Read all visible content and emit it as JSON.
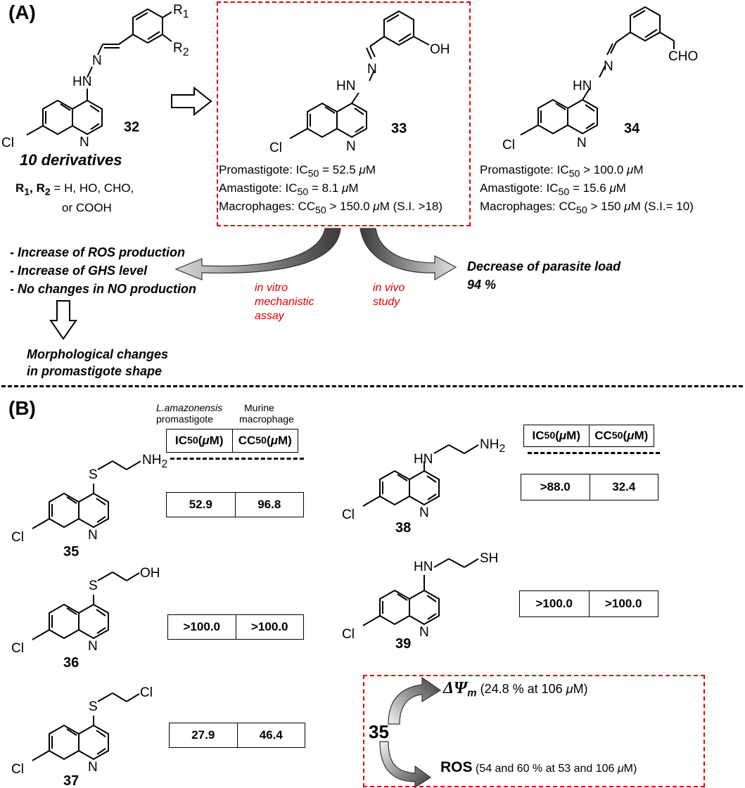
{
  "panel_a": {
    "label": "(A)",
    "c32": {
      "atoms": {
        "r1": "R",
        "r1_sub": "1",
        "r2": "R",
        "r2_sub": "2",
        "n1": "N",
        "hn": "HN",
        "cl": "Cl",
        "n_ring": "N"
      },
      "number": "32",
      "derivatives": "10 derivatives",
      "r_line1_r1": "R",
      "r_line1_r1_sub": "1",
      "r_line1_comma": ", ",
      "r_line1_r2": "R",
      "r_line1_r2_sub": "2",
      "r_line1_rest": " = H, HO, CHO,",
      "r_line2": "or  COOH"
    },
    "c33": {
      "atoms": {
        "oh": "OH",
        "n1": "N",
        "hn": "HN",
        "cl": "Cl",
        "n_ring": "N"
      },
      "number": "33",
      "promastigote": {
        "label": "Promastigote: IC",
        "sub": "50",
        "value": " = 52.5 ",
        "unit_mu": "μ",
        "unit": "M"
      },
      "amastigote": {
        "label": "Amastigote:    IC",
        "sub": "50",
        "value": " = 8.1 ",
        "unit_mu": "μ",
        "unit": "M"
      },
      "macrophages": {
        "label": "Macrophages: CC",
        "sub": "50",
        "value": " > 150.0 ",
        "unit_mu": "μ",
        "unit": "M (S.I. >18)"
      }
    },
    "c34": {
      "atoms": {
        "cho": "CHO",
        "n1": "N",
        "hn": "HN",
        "cl": "Cl",
        "n_ring": "N"
      },
      "number": "34",
      "promastigote": {
        "label": "Promastigote: IC",
        "sub": "50",
        "value": " > 100.0 ",
        "unit_mu": "μ",
        "unit": "M"
      },
      "amastigote": {
        "label": "Amastigote:    IC",
        "sub": "50",
        "value": " = 15.6 ",
        "unit_mu": "μ",
        "unit": "M"
      },
      "macrophages": {
        "label": "Macrophages: CC",
        "sub": "50",
        "value": " > 150 ",
        "unit_mu": "μ",
        "unit": "M (S.I.= 10)"
      }
    },
    "mech": {
      "effects": [
        "- Increase of ROS production",
        "- Increase of GHS level",
        "- No changes in NO production"
      ],
      "morph": [
        "Morphological changes",
        "in promastigote shape"
      ],
      "in_vitro": [
        "in vitro",
        "mechanistic",
        "assay"
      ],
      "in_vivo": [
        "in vivo",
        "study"
      ],
      "decrease": [
        "Decrease of parasite load",
        "94 %"
      ]
    }
  },
  "panel_b": {
    "label": "(B)",
    "col1_top": {
      "l1": "L.amazonensis",
      "l2": "promastigote"
    },
    "col2_top": {
      "l1": "Murine",
      "l2": "macrophage"
    },
    "header": {
      "ic": "IC",
      "cc": "CC",
      "sub": "50",
      "unit_open": " (",
      "mu": "μ",
      "unit_close": "M)"
    },
    "compounds": [
      {
        "number": "35",
        "chain_end": "NH",
        "chain_sub": "2",
        "s": "S",
        "cl": "Cl",
        "n": "N",
        "ic50": "52.9",
        "cc50": "96.8"
      },
      {
        "number": "36",
        "chain_end": "OH",
        "chain_sub": "",
        "s": "S",
        "cl": "Cl",
        "n": "N",
        "ic50": ">100.0",
        "cc50": ">100.0"
      },
      {
        "number": "37",
        "chain_end": "Cl",
        "chain_sub": "",
        "s": "S",
        "cl": "Cl",
        "n": "N",
        "ic50": "27.9",
        "cc50": "46.4"
      },
      {
        "number": "38",
        "chain_end": "NH",
        "chain_sub": "2",
        "hn": "HN",
        "cl": "Cl",
        "n": "N",
        "ic50": ">88.0",
        "cc50": "32.4"
      },
      {
        "number": "39",
        "chain_end": "SH",
        "chain_sub": "",
        "hn": "HN",
        "cl": "Cl",
        "n": "N",
        "ic50": ">100.0",
        "cc50": ">100.0"
      }
    ],
    "summary": {
      "compound": "35",
      "psi_sym": "ΔΨ",
      "psi_sub": "m",
      "psi_text": " (24.8 % at 106 ",
      "psi_mu": "μ",
      "psi_end": "M)",
      "ros_sym": "ROS",
      "ros_text": " (54 and 60 % at 53 and 106 ",
      "ros_mu": "μ",
      "ros_end": "M)"
    }
  },
  "colors": {
    "highlight": "#e00000",
    "text": "#000000",
    "arrow_dark": "#3a3a3a",
    "arrow_light": "#d8d8d8"
  }
}
